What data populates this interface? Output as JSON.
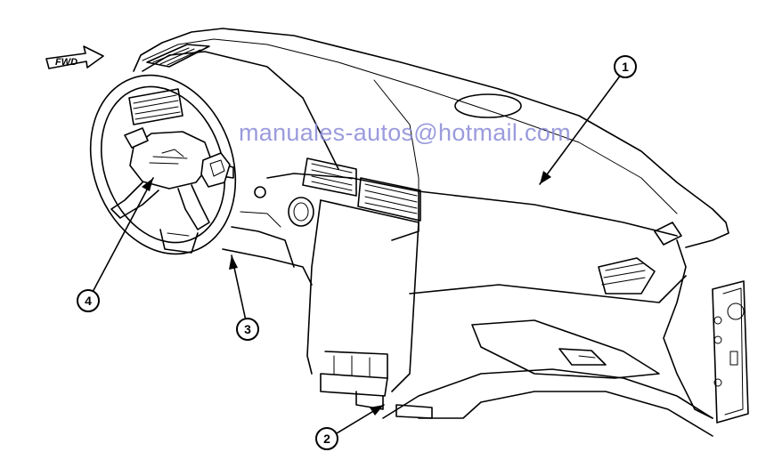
{
  "diagram": {
    "direction_label": "FWD",
    "watermark": "manuales-autos@hotmail.com",
    "callouts": [
      {
        "id": "1",
        "label": "1"
      },
      {
        "id": "2",
        "label": "2"
      },
      {
        "id": "3",
        "label": "3"
      },
      {
        "id": "4",
        "label": "4"
      }
    ]
  }
}
